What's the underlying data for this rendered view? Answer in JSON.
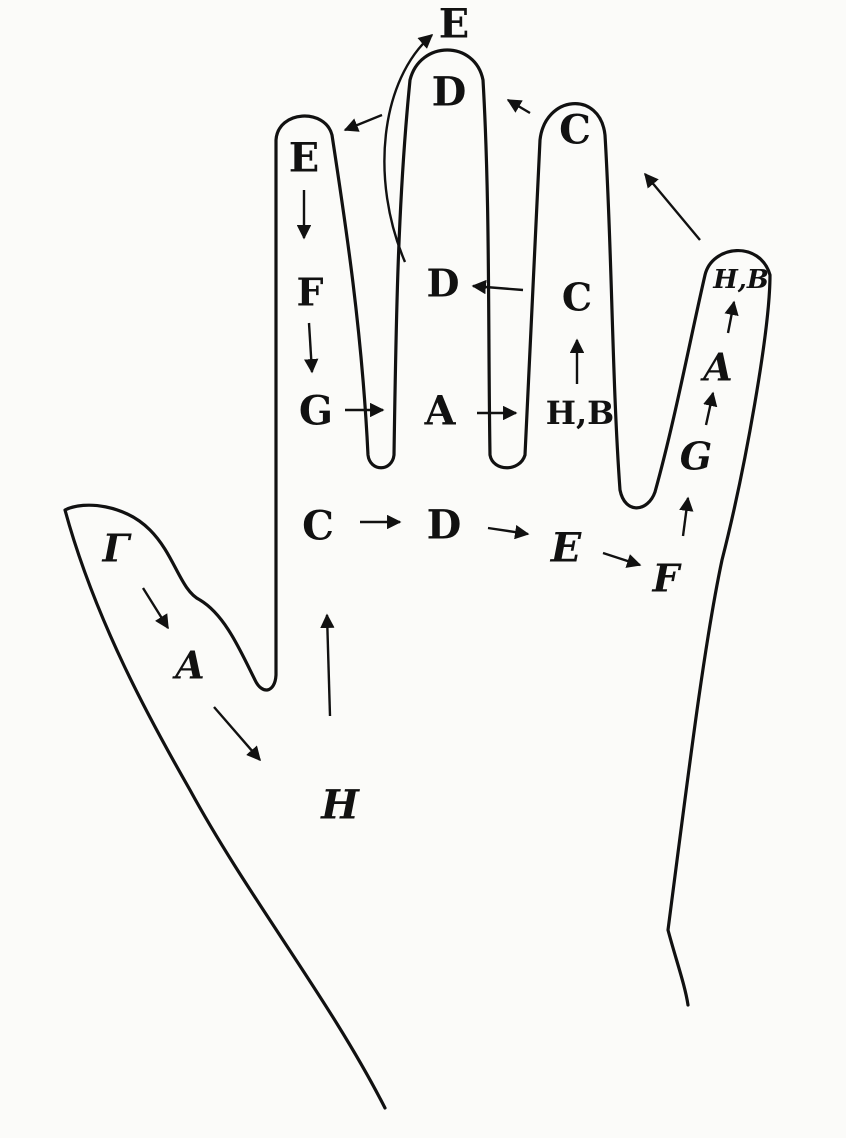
{
  "diagram": {
    "notes": {
      "gamma": "Γ",
      "thumb_a": "A",
      "thumb_h": "H",
      "row_c": "C",
      "row_d": "D",
      "row_e": "E",
      "row_f": "F",
      "pinky_g": "G",
      "pinky_a": "A",
      "pinky_hb": "H,B",
      "ring_hb": "H,B",
      "ring_c_mid": "C",
      "ring_c_top": "C",
      "middle_a": "A",
      "middle_d_mid": "D",
      "middle_d_top": "D",
      "top_e": "E",
      "index_e": "E",
      "index_f": "F",
      "index_g": "G"
    }
  }
}
